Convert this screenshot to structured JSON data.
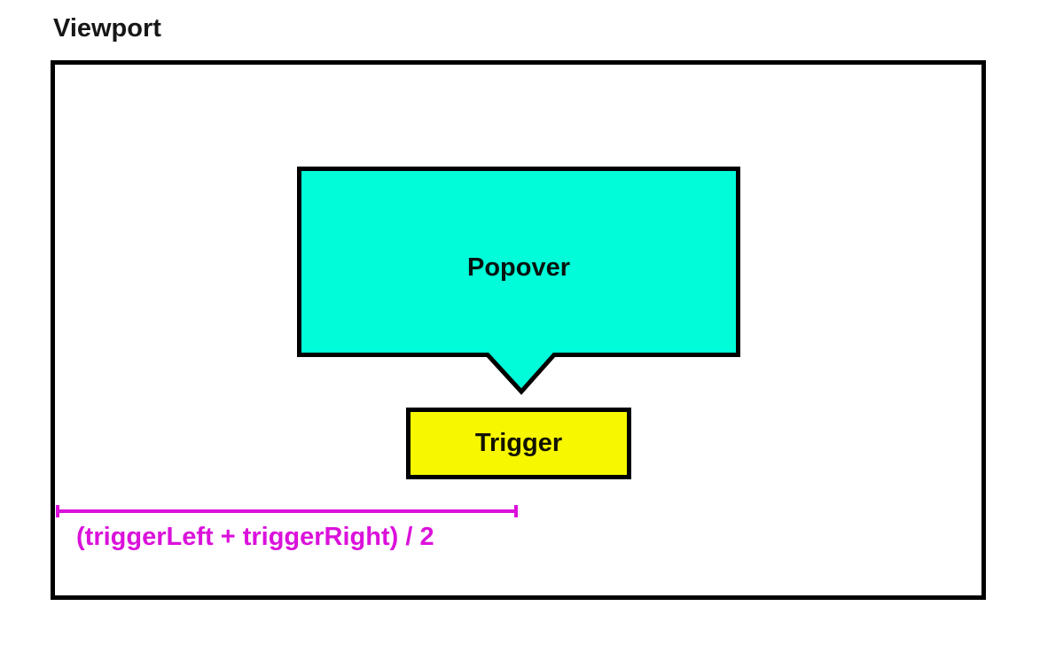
{
  "diagram": {
    "viewport_label": "Viewport",
    "popover": {
      "label": "Popover",
      "fill_color": "#00fcd8",
      "border_color": "#000000"
    },
    "trigger": {
      "label": "Trigger",
      "fill_color": "#f7f700",
      "border_color": "#000000"
    },
    "measurement": {
      "label": "(triggerLeft + triggerRight) / 2",
      "color": "#db11db"
    }
  }
}
